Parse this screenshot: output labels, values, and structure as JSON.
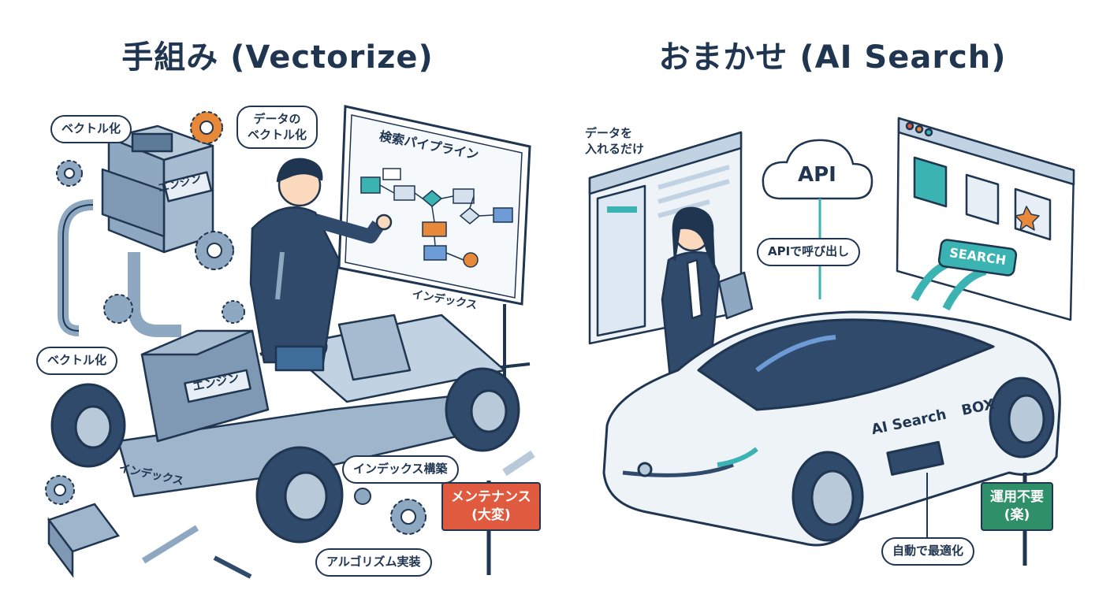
{
  "left": {
    "title": "手組み (Vectorize)",
    "bubble_vector_top": "ベクトル化",
    "bubble_data_vector": [
      "データの",
      "ベクトル化"
    ],
    "whiteboard_title": "検索パイプライン",
    "engine_label_top": "エンジン",
    "label_index_chassis": "インデックス",
    "bubble_vector_mid": "ベクトル化",
    "engine_label_main": "エンジン",
    "label_index_side": "インデックス",
    "bubble_index_build": "インデックス構築",
    "bubble_algorithm": "アルゴリズム実装",
    "sign_maintenance": [
      "メンテナンス",
      "(大変)"
    ]
  },
  "right": {
    "title": "おまかせ (AI Search)",
    "label_data_input": [
      "データを",
      "入れるだけ"
    ],
    "cloud_label": "API",
    "bubble_api_call": "APIで呼び出し",
    "search_button": "SEARCH",
    "car_label": [
      "AI Search",
      "BOX"
    ],
    "bubble_auto_optimize": "自動で最適化",
    "sign_no_ops": [
      "運用不要",
      "(楽)"
    ]
  },
  "colors": {
    "navy": "#1f3550",
    "steel": "#8fa8c2",
    "teal": "#3bb3b3",
    "orange": "#e8893a",
    "red_sign": "#e05a3f",
    "green_sign": "#2f8f68"
  }
}
